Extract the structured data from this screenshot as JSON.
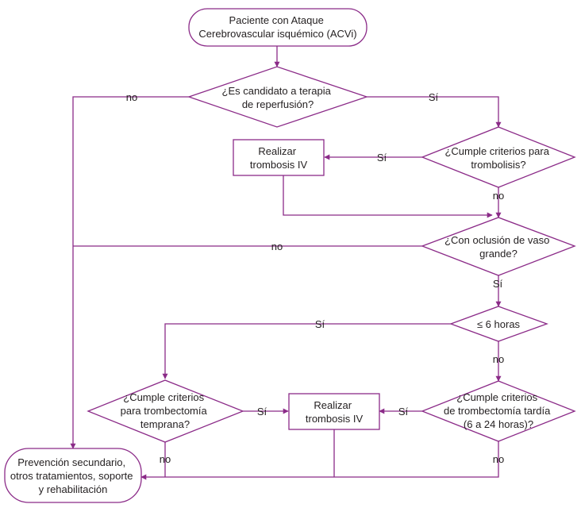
{
  "colors": {
    "stroke": "#8b2b88",
    "text": "#231f20",
    "background": "#ffffff"
  },
  "nodes": {
    "start": {
      "lines": [
        "Paciente con Ataque",
        "Cerebrovascular isquémico (ACVi)"
      ]
    },
    "candidate": {
      "lines": [
        "¿Es candidato a terapia",
        "de reperfusión?"
      ]
    },
    "thrombolysis_criteria": {
      "lines": [
        "¿Cumple criterios para",
        "trombolisis?"
      ]
    },
    "thrombolysis_action": {
      "lines": [
        "Realizar",
        "trombosis IV"
      ]
    },
    "large_vessel": {
      "lines": [
        "¿Con oclusión de vaso",
        "grande?"
      ]
    },
    "six_hours": {
      "lines": [
        "≤ 6 horas"
      ]
    },
    "early_criteria": {
      "lines": [
        "¿Cumple criterios",
        "para trombectomía",
        "temprana?"
      ]
    },
    "second_action": {
      "lines": [
        "Realizar",
        "trombosis IV"
      ]
    },
    "late_criteria": {
      "lines": [
        "¿Cumple criterios",
        "de trombectomía tardía",
        "(6 a 24 horas)?"
      ]
    },
    "final": {
      "lines": [
        "Prevención secundario,",
        "otros tratamientos, soporte",
        "y rehabilitación"
      ]
    }
  },
  "edge_labels": {
    "candidate_no": "no",
    "candidate_yes": "Sí",
    "thrombolysis_yes": "Sí",
    "thrombolysis_no": "no",
    "vessel_no": "no",
    "vessel_yes": "Sí",
    "hours_yes": "Sí",
    "hours_no": "no",
    "late_yes": "Sí",
    "early_yes": "Sí",
    "early_no": "no",
    "late_no": "no"
  }
}
